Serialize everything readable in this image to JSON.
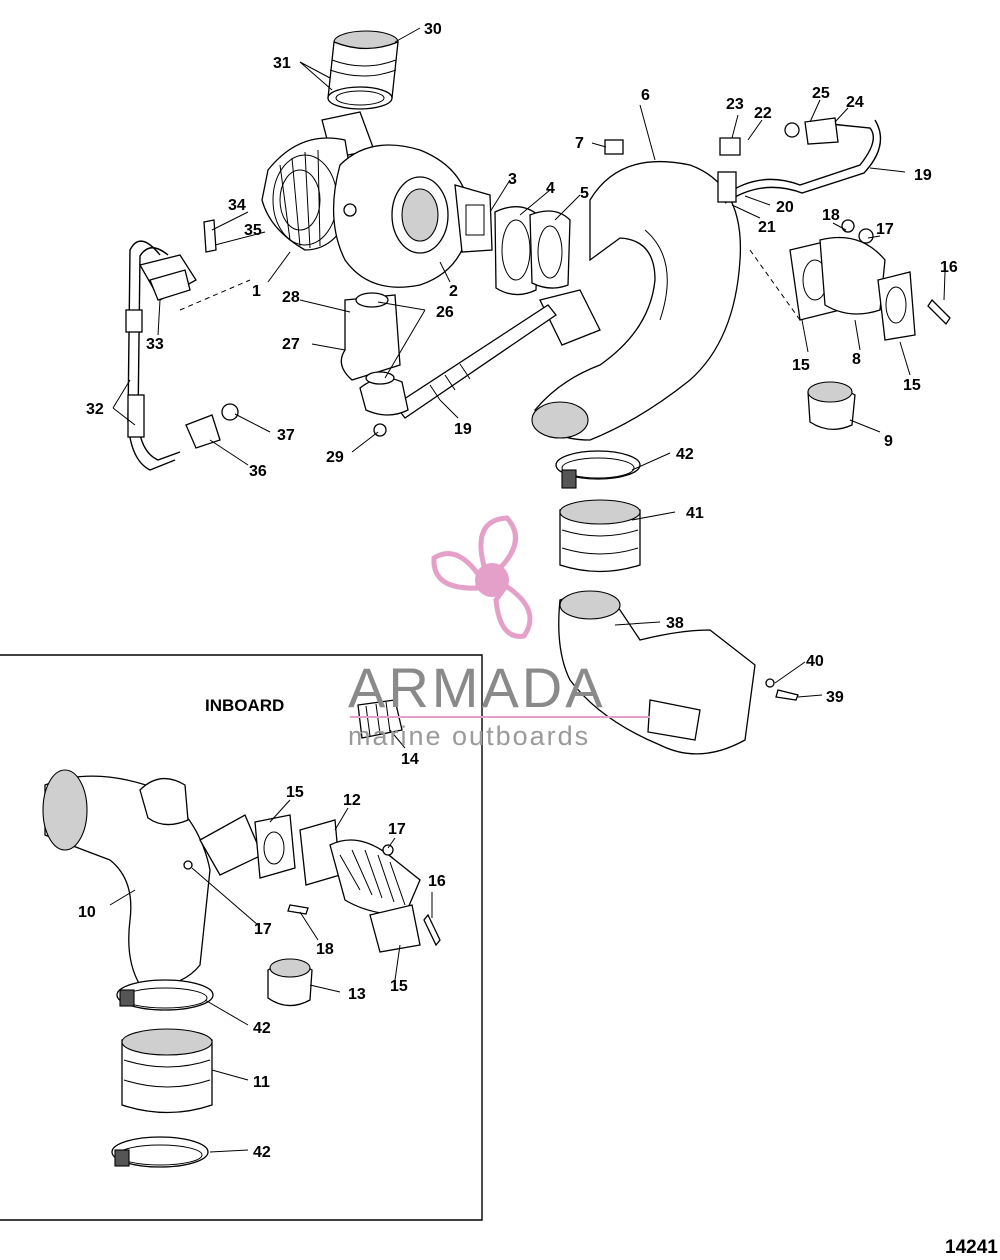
{
  "diagram": {
    "figure_number": "14241",
    "inboard_label": "INBOARD",
    "callouts": {
      "c1": "1",
      "c2": "2",
      "c3": "3",
      "c4": "4",
      "c5": "5",
      "c6": "6",
      "c7": "7",
      "c8": "8",
      "c9": "9",
      "c15a": "15",
      "c15b": "15",
      "c16": "16",
      "c17": "17",
      "c18": "18",
      "c19a": "19",
      "c19b": "19",
      "c20": "20",
      "c21": "21",
      "c22": "22",
      "c23": "23",
      "c24": "24",
      "c25": "25",
      "c26": "26",
      "c27": "27",
      "c28": "28",
      "c29": "29",
      "c30": "30",
      "c31": "31",
      "c32": "32",
      "c33": "33",
      "c34": "34",
      "c35": "35",
      "c36": "36",
      "c37": "37",
      "c38": "38",
      "c39": "39",
      "c40": "40",
      "c41": "41",
      "c42": "42"
    },
    "inboard_callouts": {
      "i10": "10",
      "i11": "11",
      "i12": "12",
      "i13": "13",
      "i14": "14",
      "i15a": "15",
      "i15b": "15",
      "i16": "16",
      "i17a": "17",
      "i17b": "17",
      "i18": "18",
      "i42a": "42",
      "i42b": "42"
    }
  },
  "watermark": {
    "brand": "ARMADA",
    "tagline": "marine outboards",
    "color": "#e4a0c8"
  }
}
